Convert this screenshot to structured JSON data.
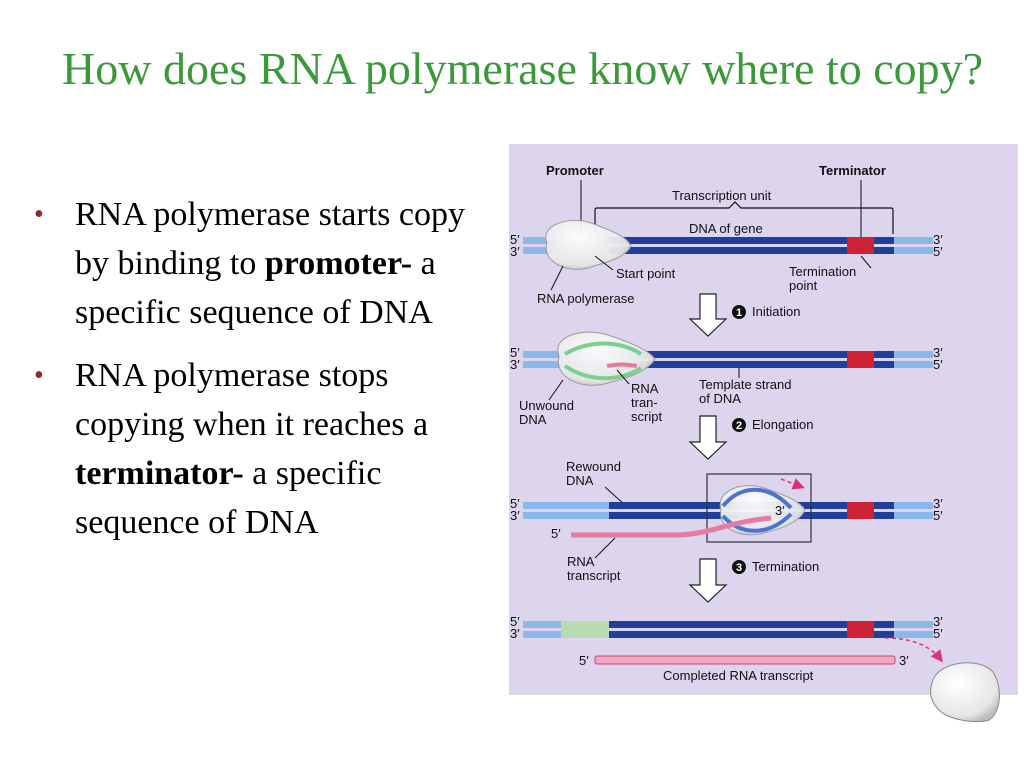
{
  "title": "How does RNA polymerase know where to copy?",
  "bullets": [
    {
      "before": "RNA polymerase starts copy by binding to ",
      "bold": "promoter-",
      "after": " a specific sequence of DNA"
    },
    {
      "before": "RNA polymerase stops copying when it reaches a ",
      "bold": "terminator-",
      "after": " a specific sequence of DNA"
    }
  ],
  "diagram": {
    "colors": {
      "panel": "#ddd4ee",
      "dna_dark": "#1f3f9a",
      "dna_light": "#8ab8e8",
      "promoter": "#b8dcb0",
      "terminator": "#cc2233",
      "rna": "#e87aa0"
    },
    "labels": {
      "promoter": "Promoter",
      "terminator": "Terminator",
      "transcription_unit": "Transcription unit",
      "dna_of_gene": "DNA of gene",
      "start_point": "Start point",
      "termination_point_1": "Termination",
      "termination_point_2": "point",
      "rna_polymerase": "RNA polymerase",
      "unwound_1": "Unwound",
      "unwound_2": "DNA",
      "rna_tr_1": "RNA",
      "rna_tr_2": "tran-",
      "rna_tr_3": "script",
      "template_1": "Template strand",
      "template_2": "of DNA",
      "rewound_1": "Rewound",
      "rewound_2": "DNA",
      "rna_transcript_1": "RNA",
      "rna_transcript_2": "transcript",
      "completed": "Completed RNA transcript",
      "five_prime": "5′",
      "three_prime": "3′"
    },
    "steps": [
      {
        "number": "1",
        "label": "Initiation"
      },
      {
        "number": "2",
        "label": "Elongation"
      },
      {
        "number": "3",
        "label": "Termination"
      }
    ]
  }
}
